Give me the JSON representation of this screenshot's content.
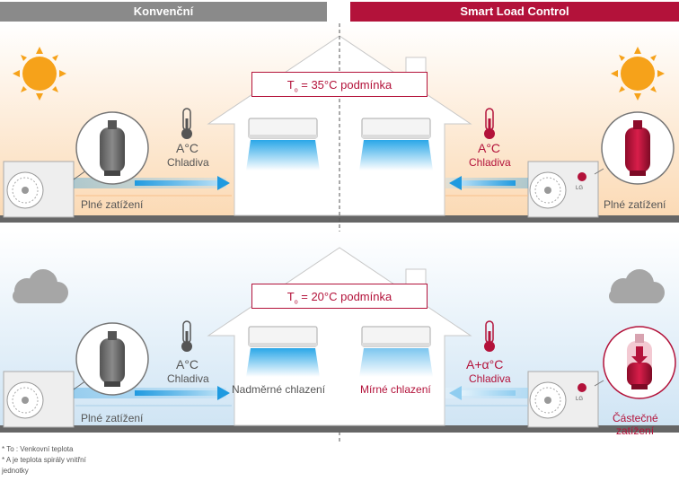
{
  "headers": {
    "left": "Konvenční",
    "right": "Smart Load Control"
  },
  "condition_top": {
    "prefix": "T",
    "sub": "o",
    "suffix": " = 35°C podmínka"
  },
  "condition_bottom": {
    "prefix": "T",
    "sub": "o",
    "suffix": " = 20°C podmínka"
  },
  "top_left": {
    "temp": "A°C",
    "refrigerant": "Chladiva",
    "load": "Plné zatížení"
  },
  "top_right": {
    "temp": "A°C",
    "refrigerant": "Chladiva",
    "load": "Plné zatížení"
  },
  "bottom_left": {
    "temp": "A°C",
    "refrigerant": "Chladiva",
    "load": "Plné zatížení",
    "cooling": "Nadměrné chlazení"
  },
  "bottom_right": {
    "temp": "A+α°C",
    "refrigerant": "Chladiva",
    "load_line1": "Částečné",
    "load_line2": "zatížení",
    "cooling": "Mírné chlazení"
  },
  "unit_brand": "LG",
  "footnotes": [
    "* To : Venkovní teplota",
    "* A je teplota spirály vnitřní",
    "jednotky"
  ],
  "colors": {
    "brand_red": "#b3123a",
    "grey_header": "#8a8a8a",
    "warm_sky": "#fbe3c6",
    "cool_sky": "#d9ebf7",
    "ground": "#666666",
    "airflow_blue": "#35a9e6"
  }
}
